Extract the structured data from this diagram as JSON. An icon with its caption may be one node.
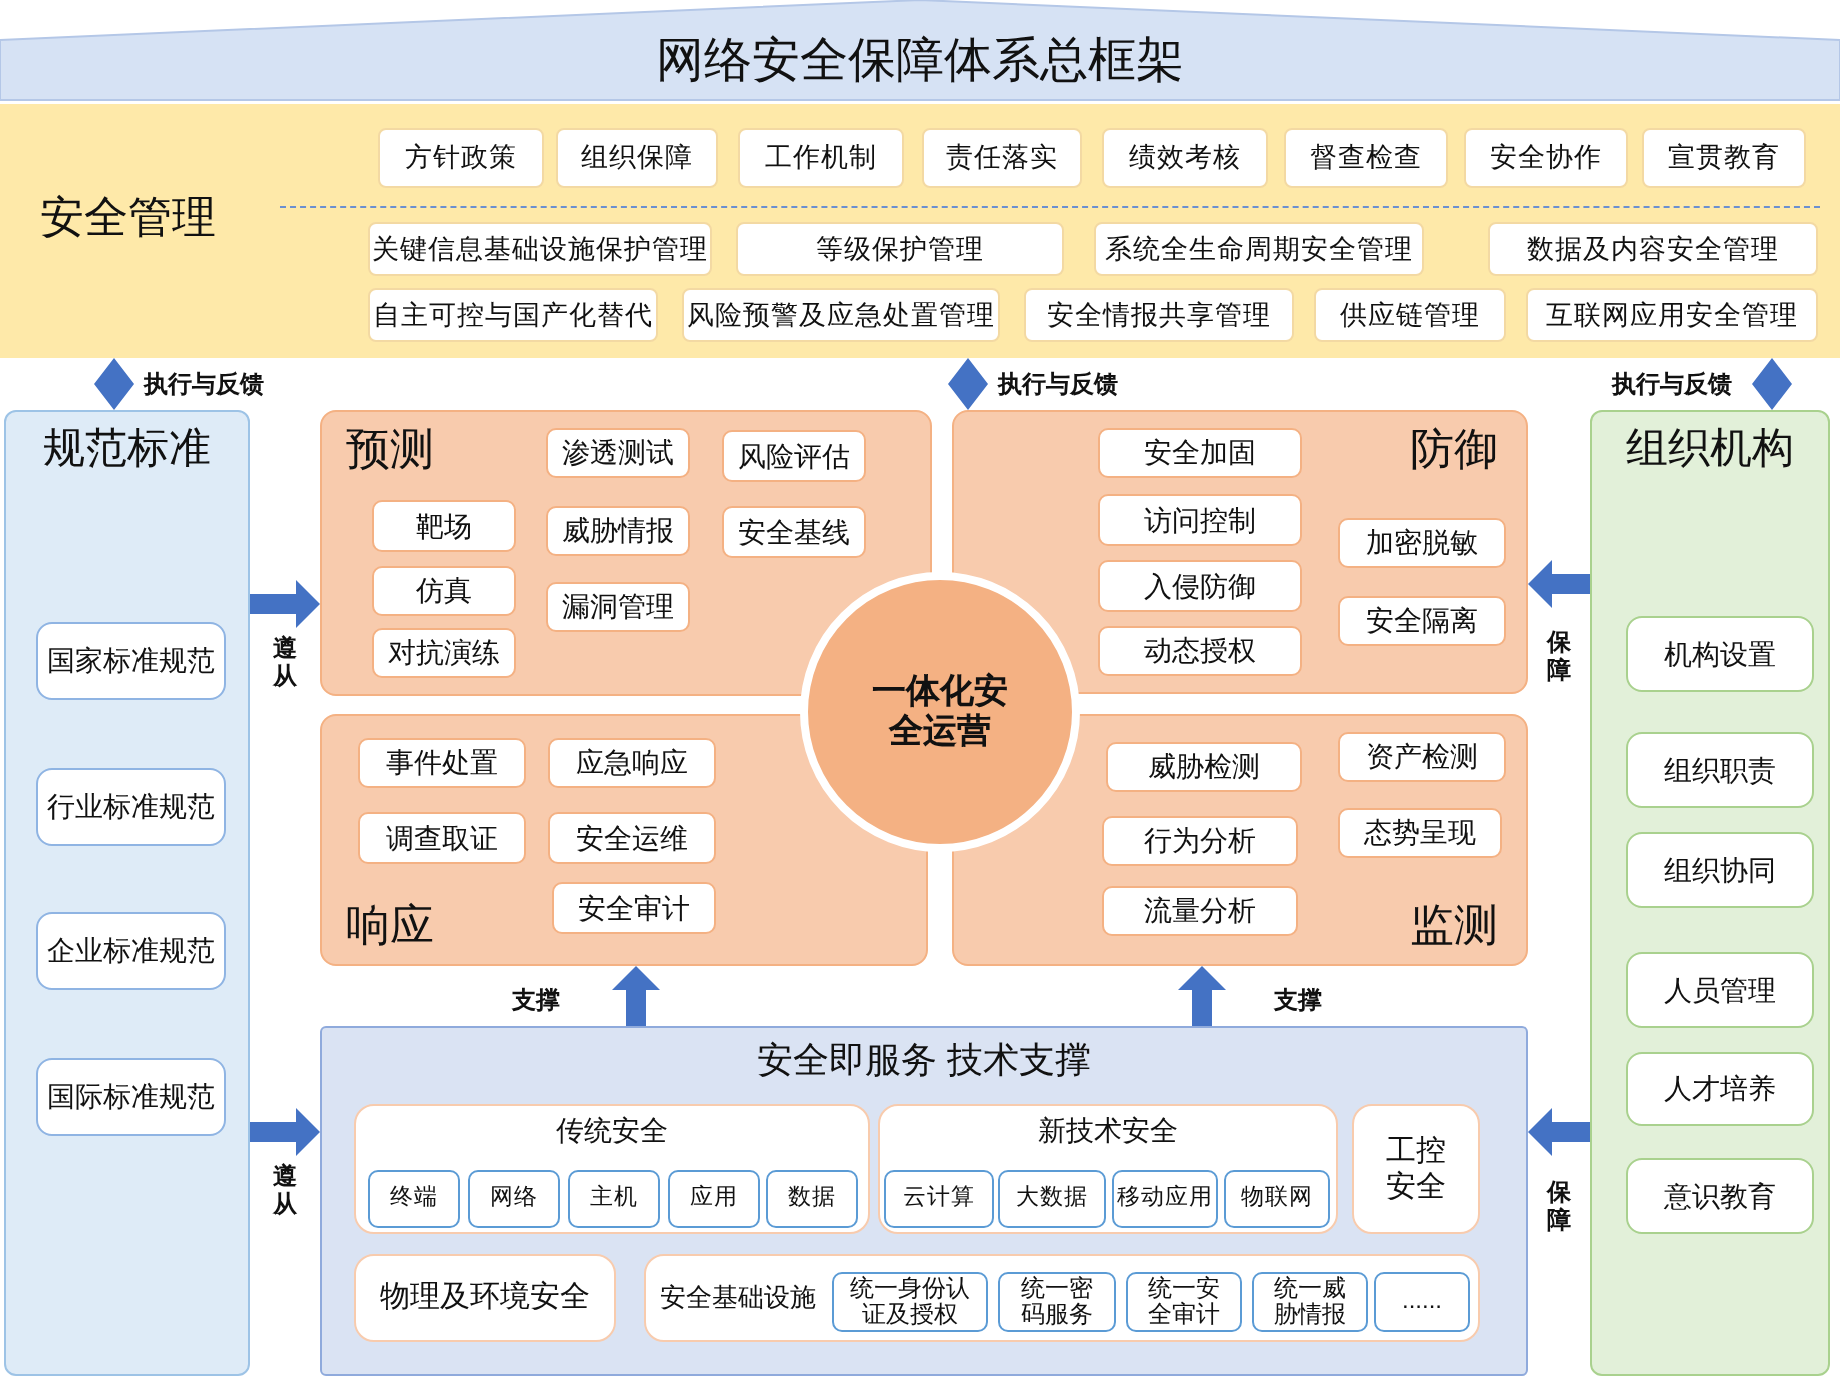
{
  "diagram": {
    "title": "网络安全保障体系总框架",
    "nodes": [
      {
        "text": [
          "安全管理"
        ]
      },
      {
        "text": [
          "方针政策"
        ],
        "in": 0
      },
      {
        "text": [
          "组织保障"
        ],
        "in": 0
      },
      {
        "text": [
          "工作机制"
        ],
        "in": 0
      },
      {
        "text": [
          "责任落实"
        ],
        "in": 0
      },
      {
        "text": [
          "绩效考核"
        ],
        "in": 0
      },
      {
        "text": [
          "督查检查"
        ],
        "in": 0
      },
      {
        "text": [
          "安全协作"
        ],
        "in": 0
      },
      {
        "text": [
          "宣贯教育"
        ],
        "in": 0
      },
      {
        "text": [
          "关键信息基础设施保护管理"
        ],
        "in": 0
      },
      {
        "text": [
          "等级保护管理"
        ],
        "in": 0
      },
      {
        "text": [
          "系统全生命周期安全管理"
        ],
        "in": 0
      },
      {
        "text": [
          "数据及内容安全管理"
        ],
        "in": 0
      },
      {
        "text": [
          "自主可控与国产化替代"
        ],
        "in": 0
      },
      {
        "text": [
          "风险预警及应急处置管理"
        ],
        "in": 0
      },
      {
        "text": [
          "安全情报共享管理"
        ],
        "in": 0
      },
      {
        "text": [
          "供应链管理"
        ],
        "in": 0
      },
      {
        "text": [
          "互联网应用安全管理"
        ],
        "in": 0
      },
      {
        "text": [
          "规范标准"
        ]
      },
      {
        "text": [
          "国家标准规范"
        ],
        "in": 18
      },
      {
        "text": [
          "行业标准规范"
        ],
        "in": 18
      },
      {
        "text": [
          "企业标准规范"
        ],
        "in": 18
      },
      {
        "text": [
          "国际标准规范"
        ],
        "in": 18
      },
      {
        "text": [
          "预测"
        ]
      },
      {
        "text": [
          "渗透测试"
        ],
        "in": 23
      },
      {
        "text": [
          "风险评估"
        ],
        "in": 23
      },
      {
        "text": [
          "靶场"
        ],
        "in": 23
      },
      {
        "text": [
          "威胁情报"
        ],
        "in": 23
      },
      {
        "text": [
          "安全基线"
        ],
        "in": 23
      },
      {
        "text": [
          "仿真"
        ],
        "in": 23
      },
      {
        "text": [
          "漏洞管理"
        ],
        "in": 23
      },
      {
        "text": [
          "对抗演练"
        ],
        "in": 23
      },
      {
        "text": [
          "防御"
        ]
      },
      {
        "text": [
          "安全加固"
        ],
        "in": 32
      },
      {
        "text": [
          "访问控制"
        ],
        "in": 32
      },
      {
        "text": [
          "加密脱敏"
        ],
        "in": 32
      },
      {
        "text": [
          "入侵防御"
        ],
        "in": 32
      },
      {
        "text": [
          "安全隔离"
        ],
        "in": 32
      },
      {
        "text": [
          "动态授权"
        ],
        "in": 32
      },
      {
        "text": [
          "一体化安全运营"
        ]
      },
      {
        "text": [
          "响应"
        ]
      },
      {
        "text": [
          "事件处置"
        ],
        "in": 40
      },
      {
        "text": [
          "应急响应"
        ],
        "in": 40
      },
      {
        "text": [
          "调查取证"
        ],
        "in": 40
      },
      {
        "text": [
          "安全运维"
        ],
        "in": 40
      },
      {
        "text": [
          "安全审计"
        ],
        "in": 40
      },
      {
        "text": [
          "监测"
        ]
      },
      {
        "text": [
          "威胁检测"
        ],
        "in": 46
      },
      {
        "text": [
          "资产检测"
        ],
        "in": 46
      },
      {
        "text": [
          "行为分析"
        ],
        "in": 46
      },
      {
        "text": [
          "态势呈现"
        ],
        "in": 46
      },
      {
        "text": [
          "流量分析"
        ],
        "in": 46
      },
      {
        "text": [
          "组织机构"
        ]
      },
      {
        "text": [
          "机构设置"
        ],
        "in": 52
      },
      {
        "text": [
          "组织职责"
        ],
        "in": 52
      },
      {
        "text": [
          "组织协同"
        ],
        "in": 52
      },
      {
        "text": [
          "人员管理"
        ],
        "in": 52
      },
      {
        "text": [
          "人才培养"
        ],
        "in": 52
      },
      {
        "text": [
          "意识教育"
        ],
        "in": 52
      },
      {
        "text": [
          "安全即服务 技术支撑"
        ]
      },
      {
        "text": [
          "传统安全"
        ],
        "in": 59
      },
      {
        "text": [
          "终端"
        ],
        "in": 60
      },
      {
        "text": [
          "网络"
        ],
        "in": 60
      },
      {
        "text": [
          "主机"
        ],
        "in": 60
      },
      {
        "text": [
          "应用"
        ],
        "in": 60
      },
      {
        "text": [
          "数据"
        ],
        "in": 60
      },
      {
        "text": [
          "新技术安全"
        ],
        "in": 59
      },
      {
        "text": [
          "云计算"
        ],
        "in": 66
      },
      {
        "text": [
          "大数据"
        ],
        "in": 66
      },
      {
        "text": [
          "移动应用"
        ],
        "in": 66
      },
      {
        "text": [
          "物联网"
        ],
        "in": 66
      },
      {
        "text": [
          "工控安全"
        ],
        "in": 59
      },
      {
        "text": [
          "物理及环境安全"
        ],
        "in": 59
      },
      {
        "text": [
          "安全基础设施"
        ],
        "in": 59
      },
      {
        "text": [
          "统一身份认证及授权"
        ],
        "in": 73
      },
      {
        "text": [
          "统一密码服务"
        ],
        "in": 73
      },
      {
        "text": [
          "统一安全审计"
        ],
        "in": 73
      },
      {
        "text": [
          "统一威胁情报"
        ],
        "in": 73
      },
      {
        "text": [
          "......"
        ],
        "in": 73
      }
    ],
    "edges": [
      {
        "from": 0,
        "to": 18,
        "arrow": "both",
        "label": "执行与反馈"
      },
      {
        "from": 0,
        "to": 32,
        "arrow": "both",
        "label": "执行与反馈"
      },
      {
        "from": 0,
        "to": 52,
        "arrow": "both",
        "label": "执行与反馈"
      },
      {
        "from": 18,
        "to": 23,
        "arrow": "to",
        "label": "遵从"
      },
      {
        "from": 18,
        "to": 59,
        "arrow": "to",
        "label": "遵从"
      },
      {
        "from": 52,
        "to": 32,
        "arrow": "to",
        "label": "保障"
      },
      {
        "from": 52,
        "to": 59,
        "arrow": "to",
        "label": "保障"
      },
      {
        "from": 59,
        "to": 40,
        "arrow": "to",
        "label": "支撑"
      },
      {
        "from": 59,
        "to": 46,
        "arrow": "to",
        "label": "支撑"
      }
    ]
  }
}
